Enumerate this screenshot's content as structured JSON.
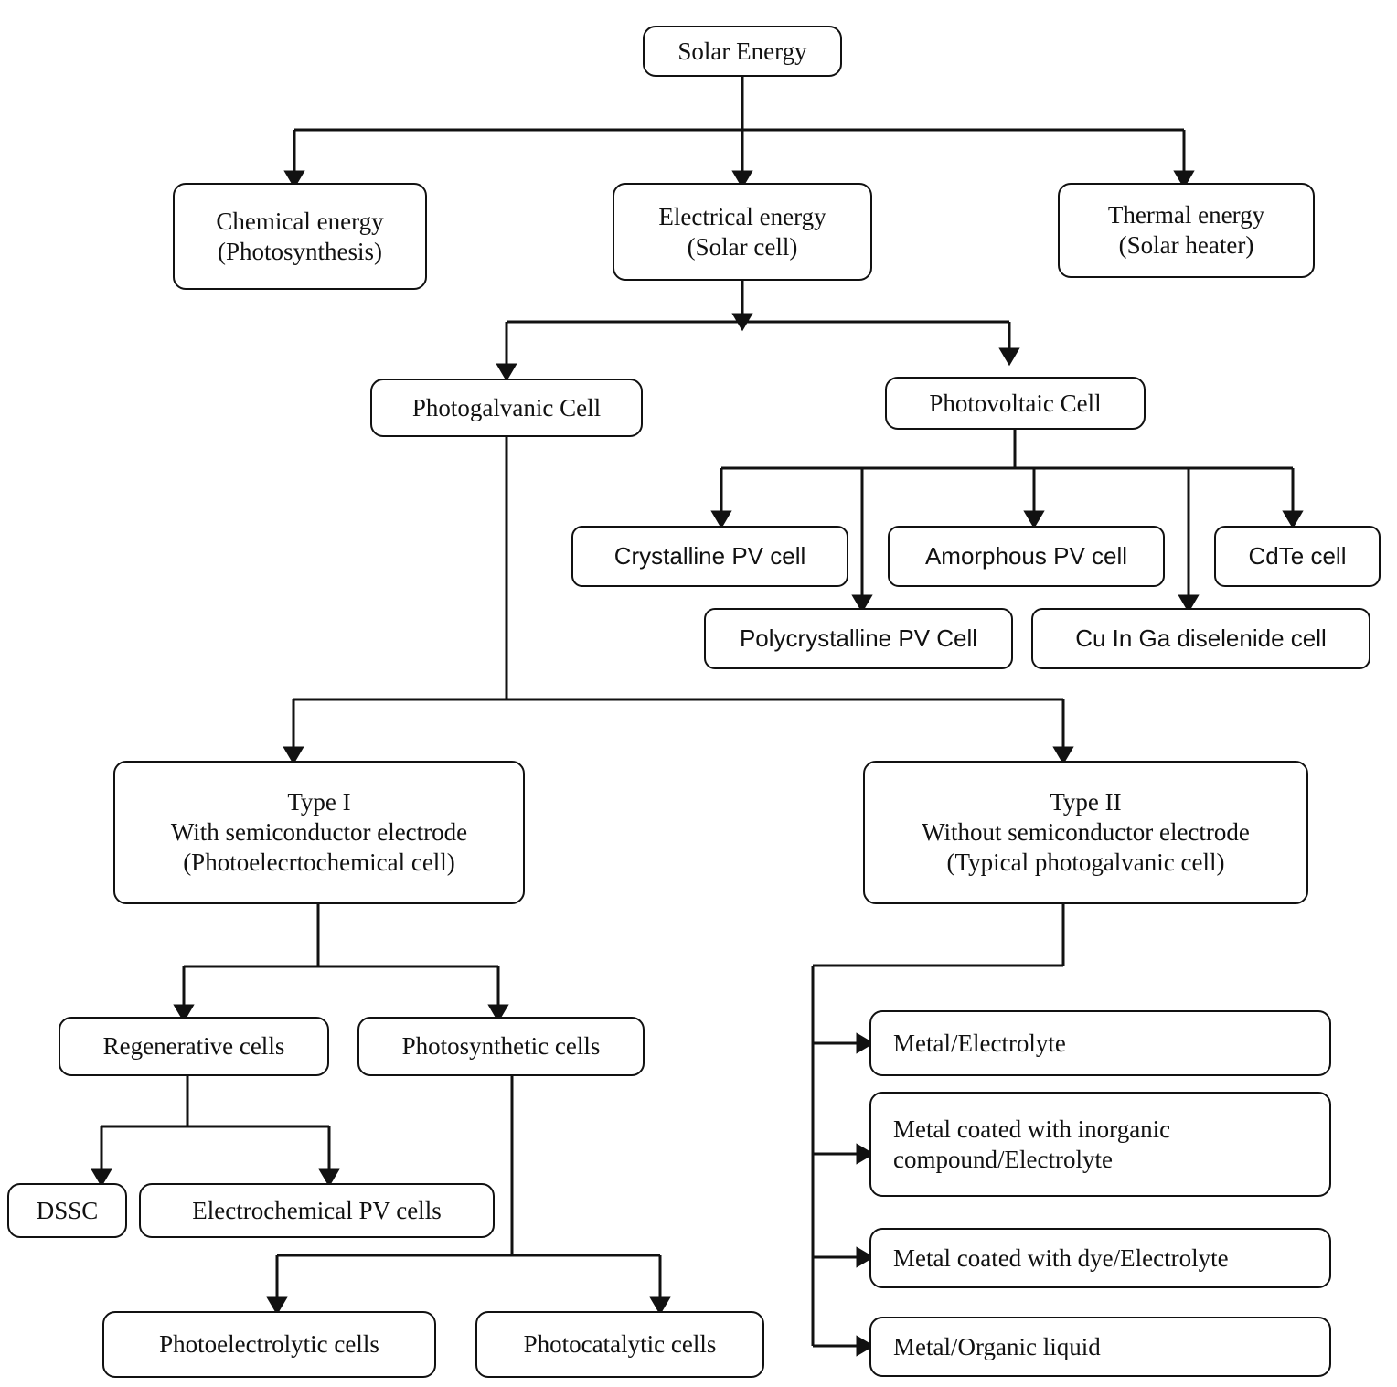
{
  "diagram": {
    "title": "Solar Energy classification flowchart",
    "stroke_color": "#111111",
    "background_color": "#ffffff",
    "nodes": {
      "solar_energy": {
        "label": "Solar Energy"
      },
      "chemical_energy": {
        "line1": "Chemical energy",
        "line2": "(Photosynthesis)"
      },
      "electrical_energy": {
        "line1": "Electrical energy",
        "line2": "(Solar cell)"
      },
      "thermal_energy": {
        "line1": "Thermal energy",
        "line2": "(Solar heater)"
      },
      "photogalvanic_cell": {
        "label": "Photogalvanic Cell"
      },
      "photovoltaic_cell": {
        "label": "Photovoltaic Cell"
      },
      "crystalline_pv_cell": {
        "label": "Crystalline PV cell"
      },
      "polycrystalline_pv_cell": {
        "label": "Polycrystalline PV Cell"
      },
      "amorphous_pv_cell": {
        "label": "Amorphous PV cell"
      },
      "cdte_cell": {
        "label": "CdTe cell"
      },
      "cigs_cell": {
        "label": "Cu In Ga diselenide cell"
      },
      "type_i": {
        "line1": "Type I",
        "line2": "With semiconductor electrode",
        "line3": "(Photoelecrtochemical cell)"
      },
      "type_ii": {
        "line1": "Type II",
        "line2": "Without semiconductor electrode",
        "line3": "(Typical photogalvanic cell)"
      },
      "regenerative_cells": {
        "label": "Regenerative cells"
      },
      "photosynthetic_cells": {
        "label": "Photosynthetic cells"
      },
      "dssc": {
        "label": "DSSC"
      },
      "electrochemical_pv_cells": {
        "label": "Electrochemical PV cells"
      },
      "photoelectrolytic_cells": {
        "label": "Photoelectrolytic cells"
      },
      "photocatalytic_cells": {
        "label": "Photocatalytic cells"
      },
      "metal_electrolyte": {
        "label": "Metal/Electrolyte"
      },
      "metal_inorganic": {
        "line1": "Metal coated with inorganic",
        "line2": "compound/Electrolyte"
      },
      "metal_dye": {
        "label": "Metal coated with dye/Electrolyte"
      },
      "metal_organic": {
        "label": "Metal/Organic liquid"
      }
    }
  }
}
